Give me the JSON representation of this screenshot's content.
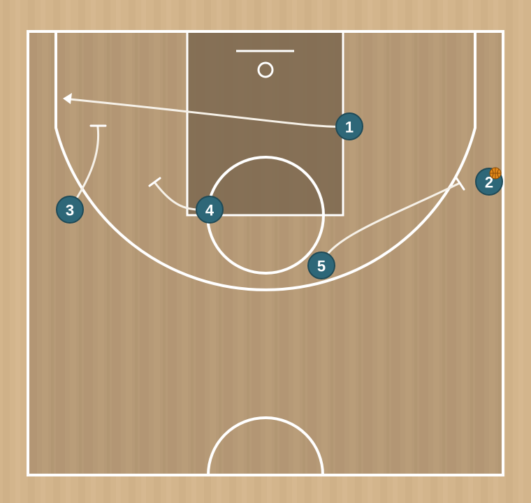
{
  "colors": {
    "floor_outer": "#d3b58c",
    "floor_inner": "#b69a77",
    "paint": "#7d6850",
    "court_lines": "#ffffff",
    "movement_lines": "#f6f1e8",
    "player_fill": "#2e6778",
    "player_stroke": "#1f4a57",
    "player_text": "#ffffff",
    "ball": "#e28a1b"
  },
  "players": [
    {
      "id": "player-1",
      "label": "1",
      "has_ball": false
    },
    {
      "id": "player-2",
      "label": "2",
      "has_ball": true
    },
    {
      "id": "player-3",
      "label": "3",
      "has_ball": false
    },
    {
      "id": "player-4",
      "label": "4",
      "has_ball": false
    },
    {
      "id": "player-5",
      "label": "5",
      "has_ball": false
    }
  ],
  "actions": [
    {
      "id": "cut-1",
      "player": "1",
      "type": "cut",
      "end": "arrow"
    },
    {
      "id": "screen-3",
      "player": "3",
      "type": "screen",
      "end": "bar"
    },
    {
      "id": "screen-4",
      "player": "4",
      "type": "screen",
      "end": "bar"
    },
    {
      "id": "screen-5",
      "player": "5",
      "type": "screen",
      "end": "bar"
    }
  ],
  "icons": {
    "ball": "basketball-icon",
    "hoop": "basket-icon"
  }
}
